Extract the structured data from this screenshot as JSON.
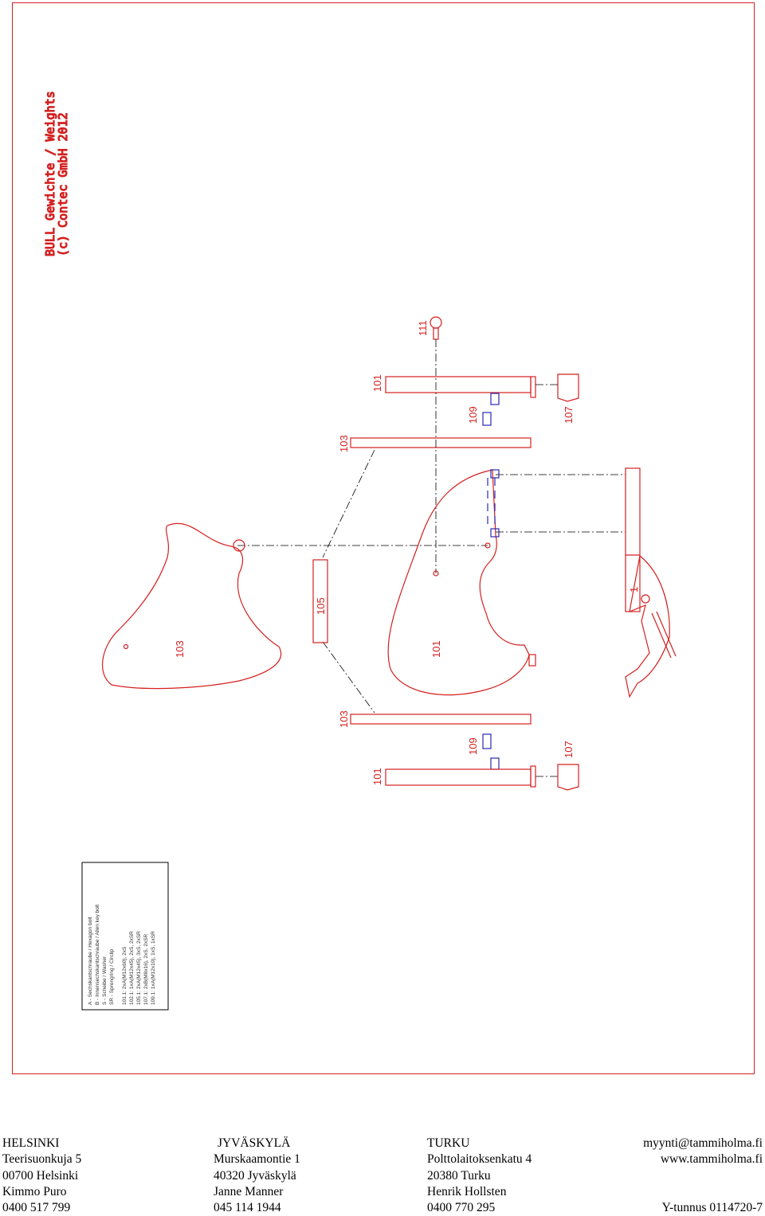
{
  "drawing": {
    "title_line1": "BULL Gewichte / Weights",
    "title_line2": "(c) Contec GmbH 2012",
    "parts": {
      "p111": "111",
      "p101_top": "101",
      "p103_top": "103",
      "p109_top": "109",
      "p107_top": "107",
      "p105": "105",
      "p103_left": "103",
      "p101_center": "101",
      "p1": "1",
      "p103_bottom": "103",
      "p109_bottom": "109",
      "p107_bottom": "107",
      "p101_bottom": "101"
    },
    "legend": [
      "A - Sechskantschraube / Hexagon bolt",
      "B - Innensechskantschraube / Allen key bolt",
      "S - Scheibe / Washer",
      "SR - Sprengring / Circlip",
      "101.1: 2xA(M12x60), 2xS",
      "102.1: 1xA(M12x45), 2xS, 2xSR",
      "105.1: 2xA(M12x45), 3xS, 2xSR",
      "107.1: 2xB(M8x16), 2xS, 2xSR",
      "109.1: 1xA(M12x10), 1xS, 1xSR"
    ]
  },
  "footer": {
    "helsinki": {
      "city": "HELSINKI",
      "street": "Teerisuonkuja 5",
      "postal": "00700 Helsinki",
      "contact": "Kimmo Puro",
      "phone": "0400 517 799"
    },
    "jyvaskyla": {
      "city": "JYVÄSKYLÄ",
      "street": "Murskaamontie 1",
      "postal": "40320 Jyväskylä",
      "contact": "Janne Manner",
      "phone": "045 114 1944"
    },
    "turku": {
      "city": "TURKU",
      "street": "Polttolaitoksenkatu 4",
      "postal": "20380 Turku",
      "contact": "Henrik Hollsten",
      "phone": "0400 770 295"
    },
    "company": {
      "email": "myynti@tammiholma.fi",
      "web": "www.tammiholma.fi",
      "business_id": "Y-tunnus 0114720-7"
    }
  }
}
